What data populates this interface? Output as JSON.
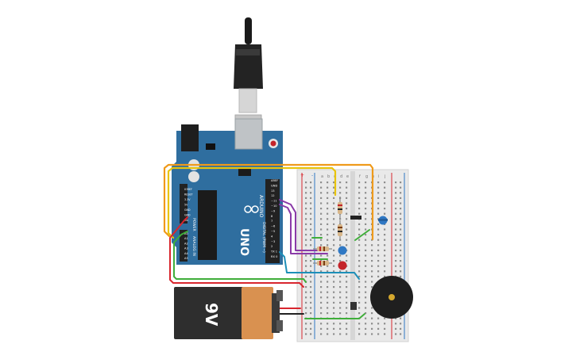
{
  "board": {
    "brand": "ARDUINO",
    "model": "UNO",
    "digital_label": "DIGITAL (PWM ~)",
    "power_label": "POWER",
    "analog_label": "ANALOG IN",
    "top_pins": [
      "AREF",
      "GND",
      "13",
      "12",
      "~11",
      "~10",
      "~9",
      "8",
      "7",
      "~6",
      "~5",
      "4",
      "~3",
      "2",
      "TX 1",
      "RX 0"
    ],
    "power_pins": [
      "IOREF",
      "RESET",
      "3.3V",
      "5V",
      "GND",
      "GND",
      "Vin"
    ],
    "analog_pins": [
      "A0",
      "A1",
      "A2",
      "A3",
      "A4",
      "A5"
    ]
  },
  "battery": {
    "label": "9V"
  },
  "breadboard": {
    "columns_left": [
      "a",
      "b",
      "c",
      "d",
      "e"
    ],
    "columns_right": [
      "f",
      "g",
      "h",
      "i",
      "j"
    ],
    "rail_plus": "+",
    "rail_minus": "-"
  },
  "colors": {
    "board": "#2f6e9f",
    "breadboard": "#e9e9e9",
    "battery_body": "#d99150",
    "battery_dark": "#2e2e2e",
    "wire_orange": "#ef9a1a",
    "wire_yellow": "#e8c40c",
    "wire_green": "#3fae3a",
    "wire_purple": "#8a3aa8",
    "wire_red": "#d8262e",
    "wire_teal": "#1d8fb8",
    "led_blue": "#2f78c4",
    "led_red": "#c4242a",
    "buzzer": "#1f1f1f"
  }
}
